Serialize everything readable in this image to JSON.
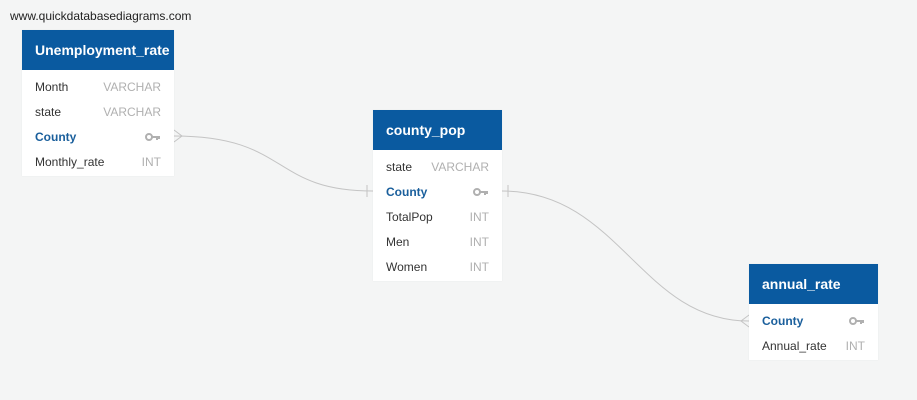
{
  "watermark": "www.quickdatabasediagrams.com",
  "colors": {
    "header": "#0a5aa0",
    "pk_text": "#1a5f9c",
    "type_text": "#b0b0b0",
    "connector": "#c4c4c4"
  },
  "tables": [
    {
      "name": "Unemployment_rate",
      "columns": [
        {
          "name": "Month",
          "type": "VARCHAR",
          "pk": false
        },
        {
          "name": "state",
          "type": "VARCHAR",
          "pk": false
        },
        {
          "name": "County",
          "type": "",
          "pk": true,
          "icon": "key-icon"
        },
        {
          "name": "Monthly_rate",
          "type": "INT",
          "pk": false
        }
      ]
    },
    {
      "name": "county_pop",
      "columns": [
        {
          "name": "state",
          "type": "VARCHAR",
          "pk": false
        },
        {
          "name": "County",
          "type": "",
          "pk": true,
          "icon": "key-icon"
        },
        {
          "name": "TotalPop",
          "type": "INT",
          "pk": false
        },
        {
          "name": "Men",
          "type": "INT",
          "pk": false
        },
        {
          "name": "Women",
          "type": "INT",
          "pk": false
        }
      ]
    },
    {
      "name": "annual_rate",
      "columns": [
        {
          "name": "County",
          "type": "",
          "pk": true,
          "icon": "key-icon"
        },
        {
          "name": "Annual_rate",
          "type": "INT",
          "pk": false
        }
      ]
    }
  ],
  "relationships": [
    {
      "from": "Unemployment_rate.County",
      "to": "county_pop.County",
      "from_end": "many",
      "to_end": "one"
    },
    {
      "from": "county_pop.County",
      "to": "annual_rate.County",
      "from_end": "one",
      "to_end": "many"
    }
  ]
}
